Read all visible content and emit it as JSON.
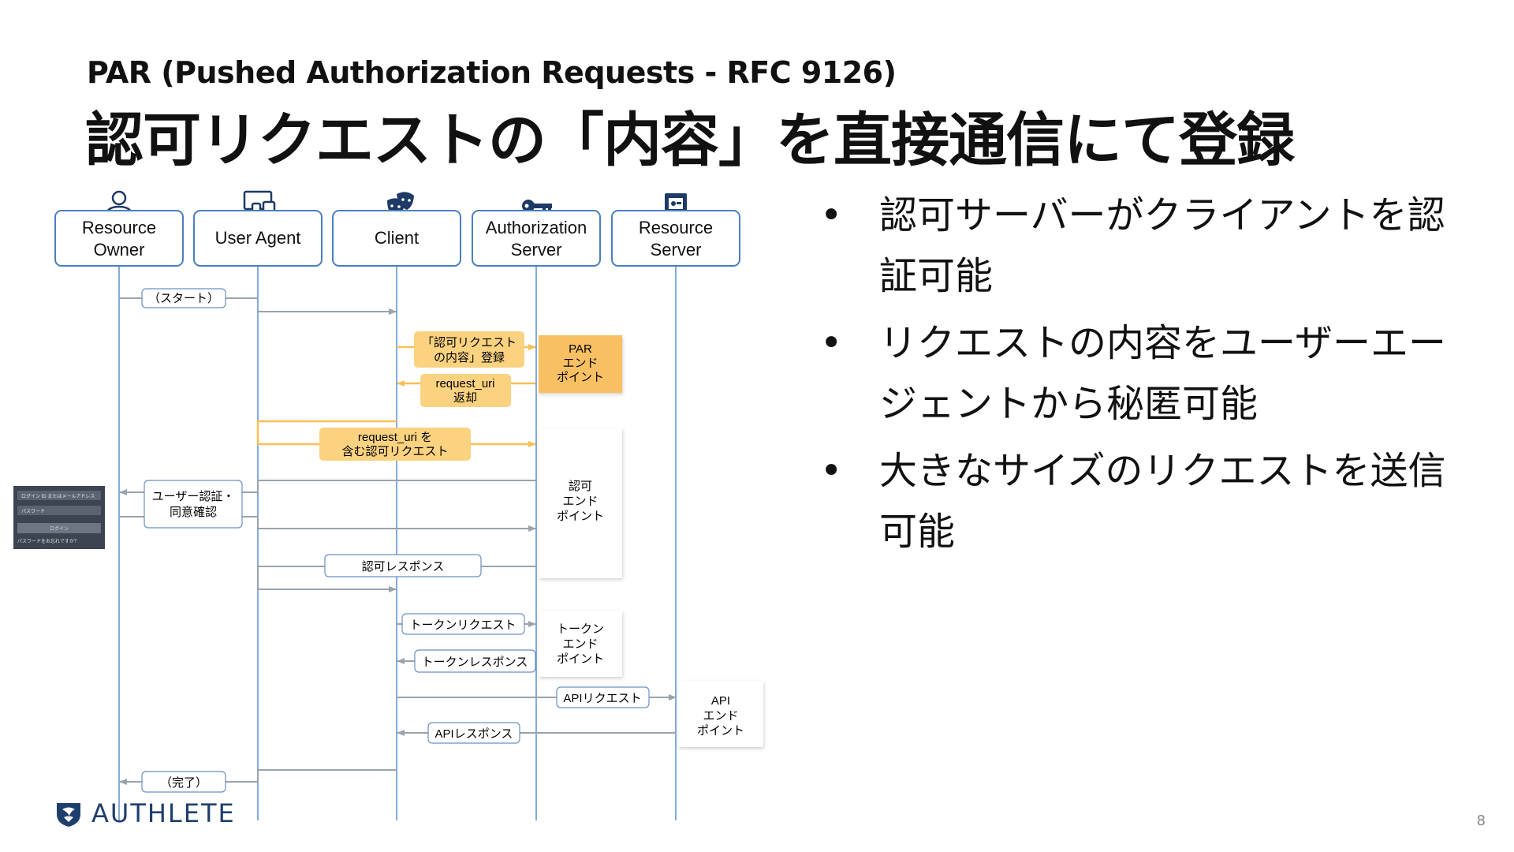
{
  "slide": {
    "subtitle": "PAR (Pushed Authorization Requests - RFC 9126)",
    "title": "認可リクエストの「内容」を直接通信にて登録",
    "page_number": "8"
  },
  "diagram": {
    "actors": [
      {
        "line1": "Resource",
        "line2": "Owner",
        "icon": "person-icon"
      },
      {
        "line1": "User Agent",
        "line2": "",
        "icon": "devices-icon"
      },
      {
        "line1": "Client",
        "line2": "",
        "icon": "theater-masks-icon"
      },
      {
        "line1": "Authorization",
        "line2": "Server",
        "icon": "key-icon"
      },
      {
        "line1": "Resource",
        "line2": "Server",
        "icon": "safe-icon"
      }
    ],
    "messages": {
      "start": "（スタート）",
      "par_request_1": "「認可リクエスト",
      "par_request_2": "の内容」登録",
      "request_uri_return_1": "request_uri",
      "request_uri_return_2": "返却",
      "auth_request_1": "request_uri を",
      "auth_request_2": "含む認可リクエスト",
      "user_auth_1": "ユーザー認証・",
      "user_auth_2": "同意確認",
      "auth_response": "認可レスポンス",
      "token_request": "トークンリクエスト",
      "token_response": "トークンレスポンス",
      "api_request": "APIリクエスト",
      "api_response": "APIレスポンス",
      "end": "（完了）"
    },
    "endpoints": {
      "par": [
        "PAR",
        "エンド",
        "ポイント"
      ],
      "authorization": [
        "認可",
        "エンド",
        "ポイント"
      ],
      "token": [
        "トークン",
        "エンド",
        "ポイント"
      ],
      "api": [
        "API",
        "エンド",
        "ポイント"
      ]
    },
    "login_form": {
      "id_field": "ログイン ID またはメールアドレス",
      "password_field": "パスワード",
      "login_button": "ログイン",
      "forgot_link": "パスワードをお忘れですか？"
    }
  },
  "bullets": [
    "認可サーバーがクライアントを認証可能",
    "リクエストの内容をユーザーエージェントから秘匿可能",
    "大きなサイズのリクエストを送信可能"
  ],
  "logo": {
    "text": "AUTHLETE"
  },
  "colors": {
    "lifeline": "#5b8fd0",
    "actor_border": "#4a7fc0",
    "arrow_gray": "#9aa3ad",
    "arrow_orange": "#f7bf55",
    "par_box": "#f8c062",
    "label_orange": "#fbd27f",
    "logo_blue": "#1e3f6e"
  }
}
